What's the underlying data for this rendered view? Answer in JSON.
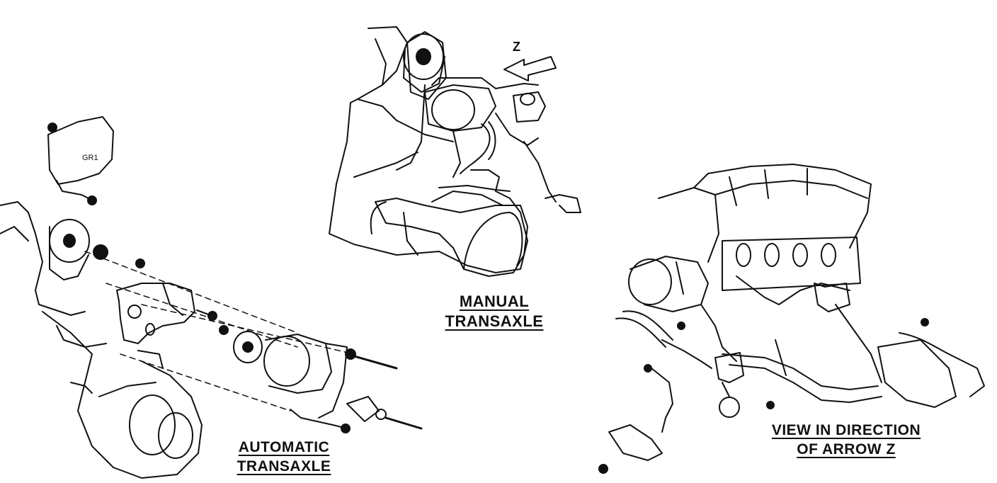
{
  "captions": {
    "manual": [
      "MANUAL",
      "TRANSAXLE"
    ],
    "automatic": [
      "AUTOMATIC",
      "TRANSAXLE"
    ],
    "view_z": [
      "VIEW IN DIRECTION",
      "OF ARROW Z"
    ]
  },
  "arrow_label": "Z",
  "cover_label": "GR1"
}
